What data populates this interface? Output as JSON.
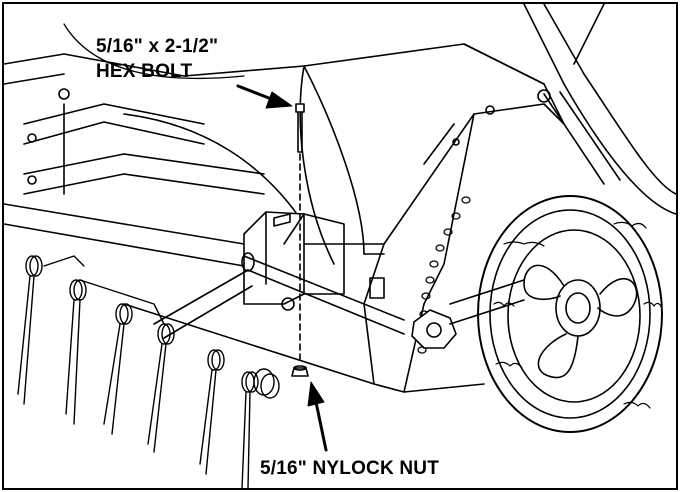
{
  "callouts": {
    "bolt": {
      "line1": "5/16\" x 2-1/2\"",
      "line2": "HEX BOLT"
    },
    "nut": {
      "text": "5/16\" NYLOCK NUT"
    }
  },
  "colors": {
    "ink": "#000000",
    "background": "#ffffff",
    "shade": "#e8e8e8"
  }
}
